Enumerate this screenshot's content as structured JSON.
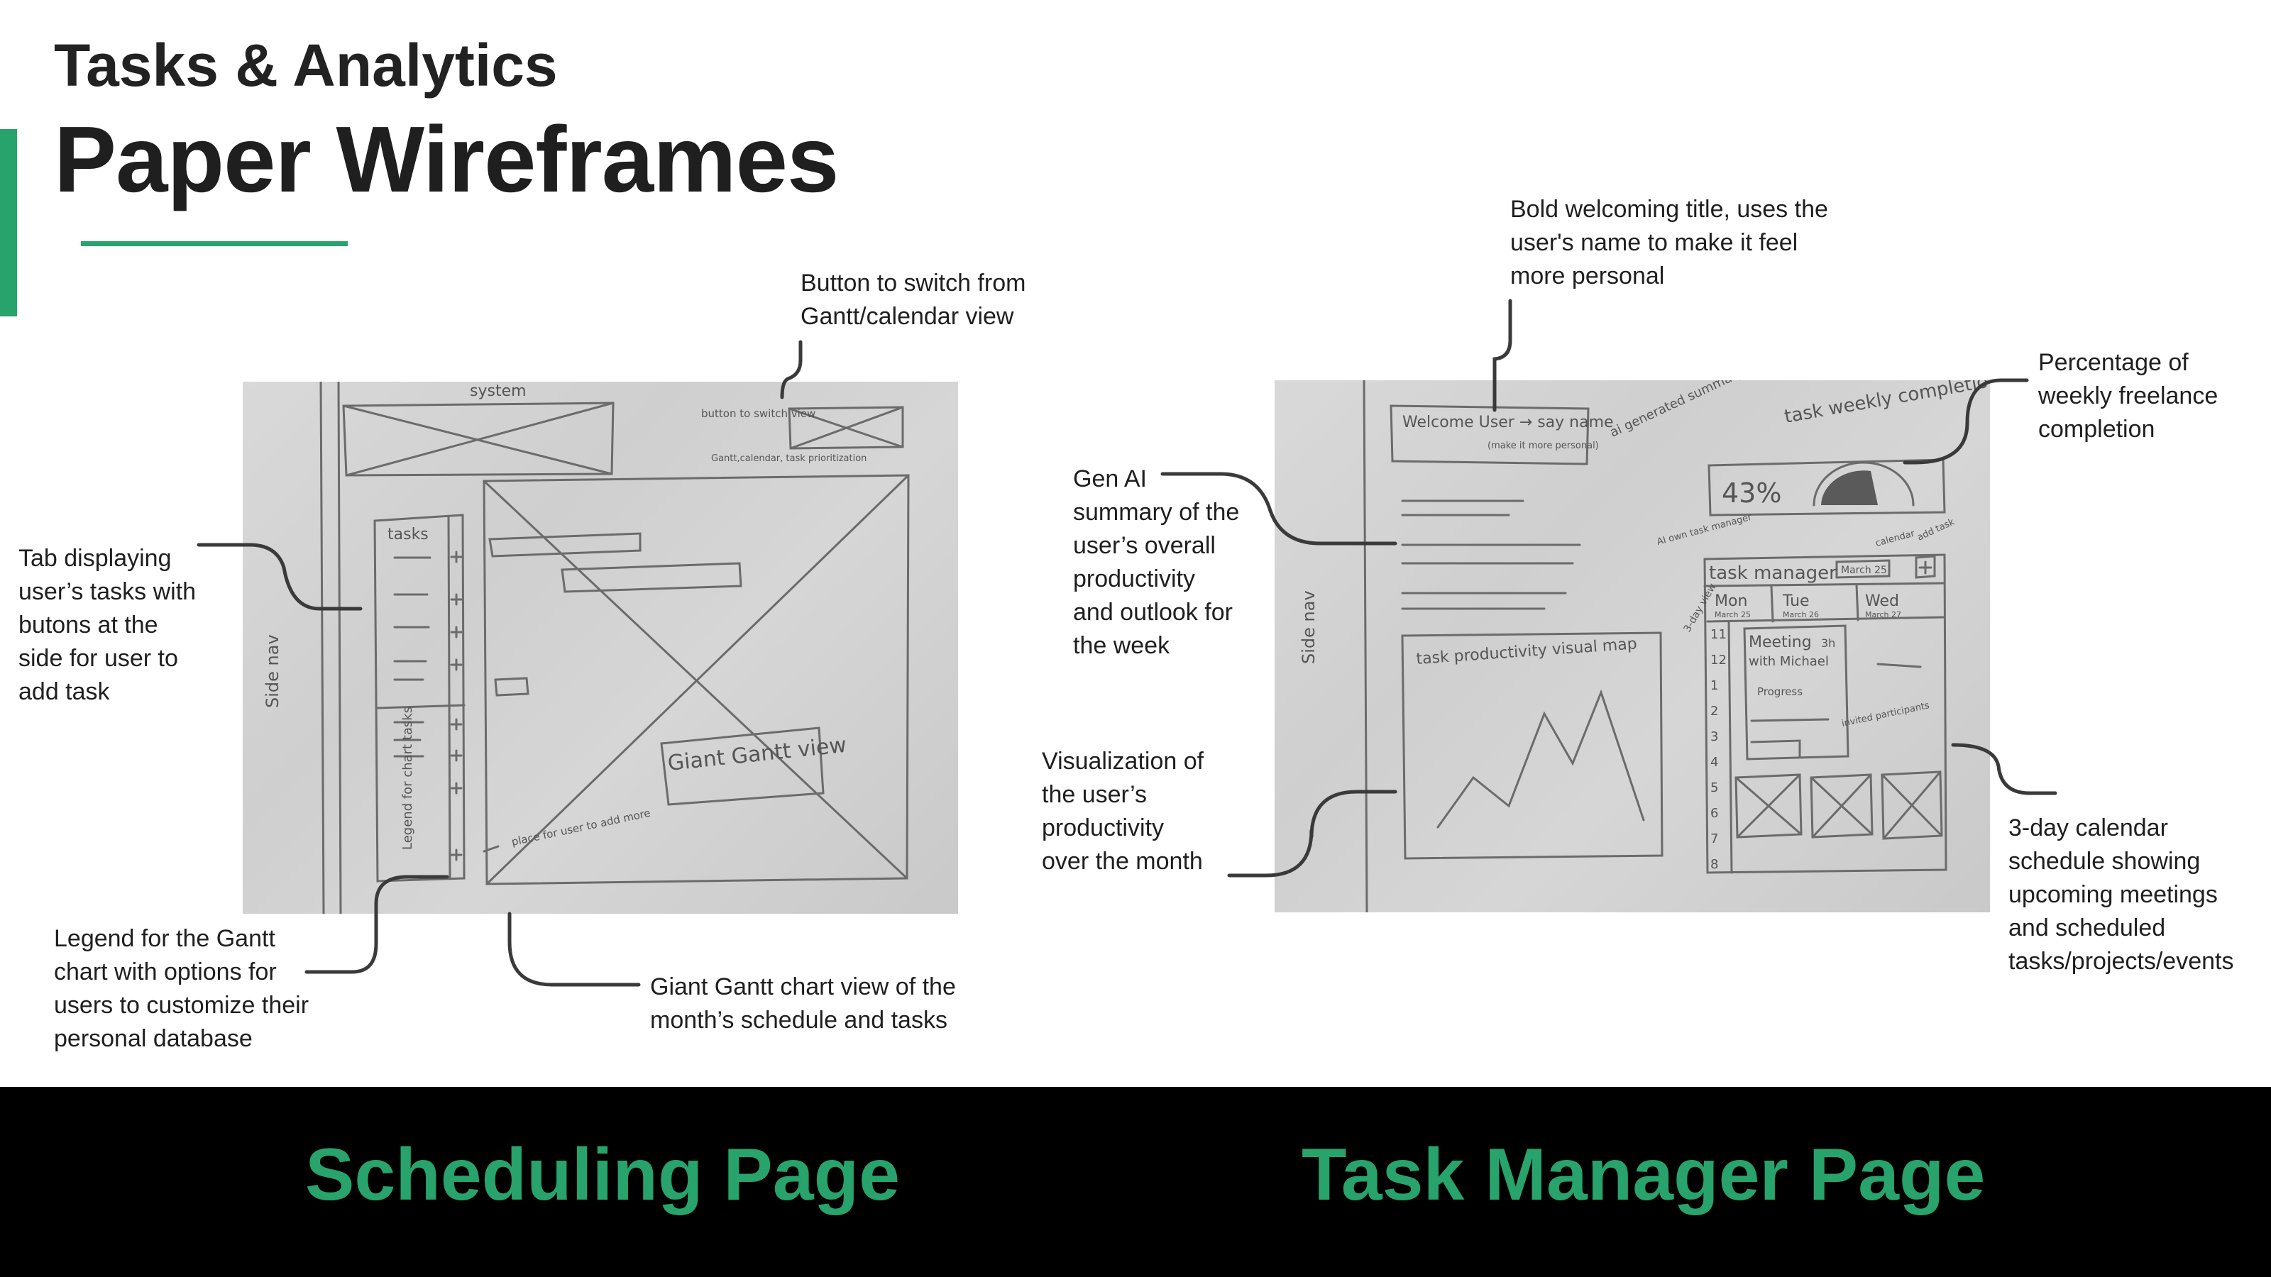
{
  "header": {
    "kicker": "Tasks & Analytics",
    "title": "Paper Wireframes"
  },
  "colors": {
    "accent": "#27a36b",
    "footer_bg": "#000000",
    "connector": "#3a3a3a"
  },
  "scheduling_sketch": {
    "system": "system",
    "button_note": "button to switch view",
    "view_note": "Gantt,calendar, task prioritization",
    "tab_label": "tasks",
    "side_nav": "Side nav",
    "legend_label": "Legend for chart tasks",
    "giant_gantt": "Giant Gantt view",
    "place_note": "place for user to add more"
  },
  "task_sketch": {
    "welcome": "Welcome User → say name",
    "welcome_sub": "(make it more personal)",
    "ai_summary": "ai generated summary report",
    "weekly": "task weekly completion",
    "percent": "43%",
    "ai_task_manager": "AI own task manager",
    "task_manager": "task manager",
    "calendar": "calendar",
    "calendar_date": "March 25",
    "add_task": "add task",
    "days": [
      {
        "name": "Mon",
        "date": "March 25"
      },
      {
        "name": "Tue",
        "date": "March 26"
      },
      {
        "name": "Wed",
        "date": "March 27"
      }
    ],
    "hours": [
      "11",
      "12",
      "1",
      "2",
      "3",
      "4",
      "5",
      "6",
      "7",
      "8"
    ],
    "three_day": "3-day view",
    "meeting": "Meeting",
    "meeting_duration": "3h",
    "meeting_with": "with Michael",
    "progress": "Progress",
    "invited": "invited participants",
    "side_nav": "Side nav",
    "visual_map": "task productivity visual map"
  },
  "annotations": {
    "button_switch": "Button to switch from\nGantt/calendar view",
    "tab_tasks": "Tab displaying\nuser’s tasks with\nbutons at the\nside for user to\nadd task",
    "legend": "Legend for the Gantt\nchart with options for\nusers to customize their\npersonal database",
    "gantt_view": "Giant Gantt chart view of the\nmonth’s schedule and tasks",
    "welcome_title": "Bold welcoming title, uses the\nuser's name to make it feel\nmore personal",
    "weekly_pct": "Percentage of\nweekly freelance\ncompletion",
    "gen_ai": "Gen AI\nsummary of the\nuser’s overall\nproductivity\nand outlook for\nthe week",
    "productivity": "Visualization of\nthe user’s\nproductivity\nover the month",
    "calendar": "3-day calendar\nschedule showing\nupcoming meetings\nand scheduled\ntasks/projects/events"
  },
  "footer": {
    "left": "Scheduling Page",
    "right": "Task Manager Page"
  }
}
